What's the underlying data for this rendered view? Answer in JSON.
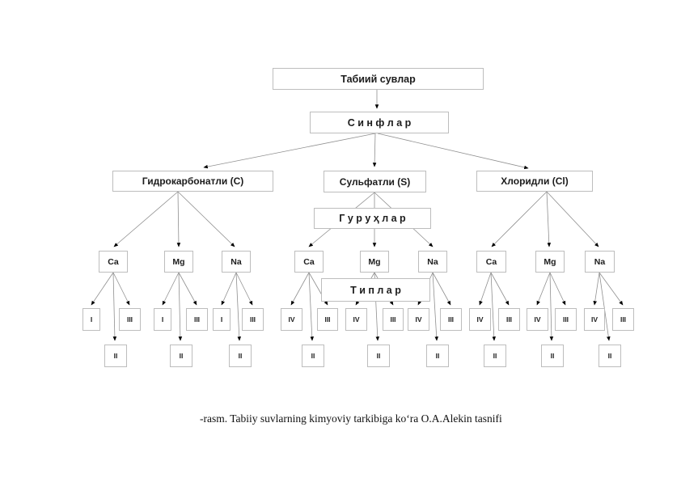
{
  "root": {
    "label": "Табиий сувлар"
  },
  "levels": {
    "classes": "С и н ф л а р",
    "groups": "Г у р у ҳ л а р",
    "types": "Т и п л а р"
  },
  "classes": [
    {
      "label": "Гидрокарбонатли (C)",
      "groups": [
        {
          "label": "Ca",
          "types": [
            "I",
            "III",
            "II"
          ]
        },
        {
          "label": "Mg",
          "types": [
            "I",
            "III",
            "II"
          ]
        },
        {
          "label": "Na",
          "types": [
            "I",
            "III",
            "II"
          ]
        }
      ]
    },
    {
      "label": "Сульфатли (S)",
      "groups": [
        {
          "label": "Ca",
          "types": [
            "IV",
            "III",
            "II"
          ]
        },
        {
          "label": "Mg",
          "types": [
            "IV",
            "III",
            "II"
          ]
        },
        {
          "label": "Na",
          "types": [
            "IV",
            "III",
            "II"
          ]
        }
      ]
    },
    {
      "label": "Хлоридли (Cl)",
      "groups": [
        {
          "label": "Ca",
          "types": [
            "IV",
            "III",
            "II"
          ]
        },
        {
          "label": "Mg",
          "types": [
            "IV",
            "III",
            "II"
          ]
        },
        {
          "label": "Na",
          "types": [
            "IV",
            "III",
            "II"
          ]
        }
      ]
    }
  ],
  "caption": {
    "text": "-rasm. Tabiiy suvlarning kimyoviy tarkibiga ko‘ra O.A.Alekin tasnifi"
  },
  "colors": {
    "box_border": "#bdbdbd",
    "line": "#8f8f8f",
    "arrowhead": "#000000"
  }
}
